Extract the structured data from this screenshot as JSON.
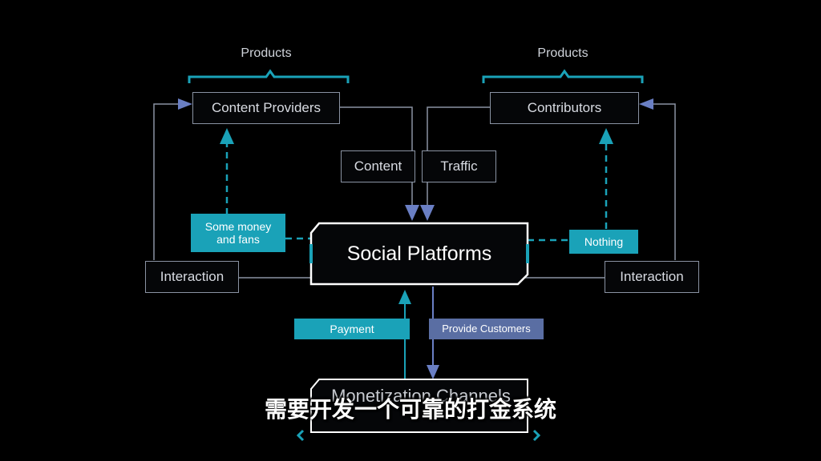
{
  "diagram": {
    "left_heading": "Products",
    "right_heading": "Products",
    "content_providers": "Content Providers",
    "contributors": "Contributors",
    "content": "Content",
    "traffic": "Traffic",
    "some_money_fans_line1": "Some money",
    "some_money_fans_line2": "and fans",
    "nothing": "Nothing",
    "social_platforms": "Social Platforms",
    "interaction_left": "Interaction",
    "interaction_right": "Interaction",
    "payment": "Payment",
    "provide_customers": "Provide Customers",
    "monetization_channels": "Monetization Channels",
    "colors": {
      "teal": "#1aa2b8",
      "slate": "#5a6ea3",
      "line": "#8a93a3"
    }
  },
  "video": {
    "subtitle": "需要开发一个可靠的打金系统"
  }
}
